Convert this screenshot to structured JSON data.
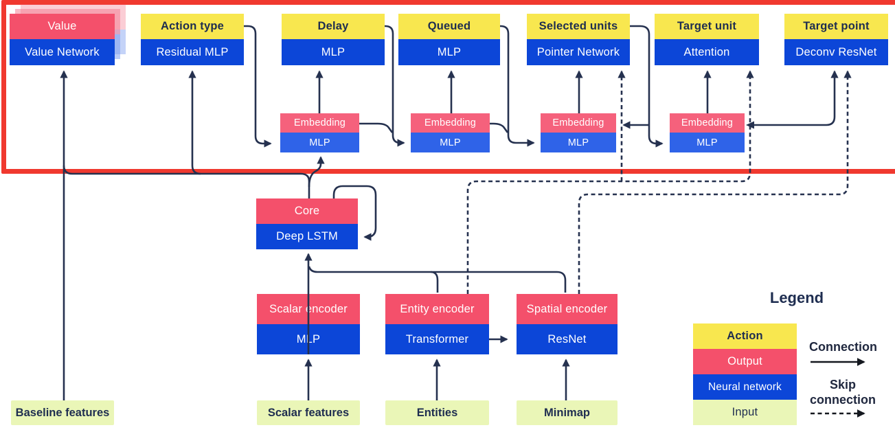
{
  "heads": [
    {
      "action": "Value",
      "network": "Value Network"
    },
    {
      "action": "Action type",
      "network": "Residual MLP"
    },
    {
      "action": "Delay",
      "network": "MLP"
    },
    {
      "action": "Queued",
      "network": "MLP"
    },
    {
      "action": "Selected units",
      "network": "Pointer Network"
    },
    {
      "action": "Target unit",
      "network": "Attention"
    },
    {
      "action": "Target point",
      "network": "Deconv ResNet"
    }
  ],
  "embeddings": [
    {
      "output": "Embedding",
      "network": "MLP"
    },
    {
      "output": "Embedding",
      "network": "MLP"
    },
    {
      "output": "Embedding",
      "network": "MLP"
    },
    {
      "output": "Embedding",
      "network": "MLP"
    }
  ],
  "core": {
    "output": "Core",
    "network": "Deep LSTM"
  },
  "encoders": [
    {
      "output": "Scalar encoder",
      "network": "MLP"
    },
    {
      "output": "Entity encoder",
      "network": "Transformer"
    },
    {
      "output": "Spatial encoder",
      "network": "ResNet"
    }
  ],
  "inputs": [
    "Baseline features",
    "Scalar features",
    "Entities",
    "Minimap"
  ],
  "legend": {
    "title": "Legend",
    "items": [
      {
        "label": "Action"
      },
      {
        "label": "Output"
      },
      {
        "label": "Neural network"
      },
      {
        "label": "Input"
      }
    ],
    "connection_label": "Connection",
    "skip_connection_label": "Skip connection"
  },
  "colors": {
    "action_yellow": "#f8e74f",
    "output_rose": "#f4506b",
    "network_blue": "#0c46d8",
    "embedding_blue": "#2f63e8",
    "input_green": "#eaf6b7",
    "wire_navy": "#25314f",
    "frame_red": "#f0392f"
  }
}
